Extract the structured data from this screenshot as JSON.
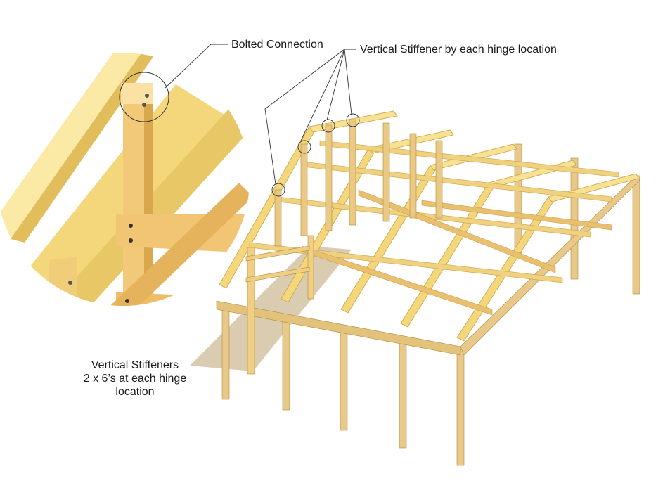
{
  "callouts": {
    "bolted_connection": "Bolted Connection",
    "vertical_stiffener": "Vertical Stiffener by each hinge location"
  },
  "caption": {
    "line1": "Vertical Stiffeners",
    "line2": "2 x 6’s at each hinge",
    "line3": "location"
  },
  "colors": {
    "lumber": "#f3d77a",
    "lumber_light": "#fbe9a6",
    "lumber_dark": "#c9a24a",
    "post": "#e9c98a",
    "plate": "#e8b862",
    "ground": "#d9ccb0",
    "ink": "#1a1a1a"
  }
}
